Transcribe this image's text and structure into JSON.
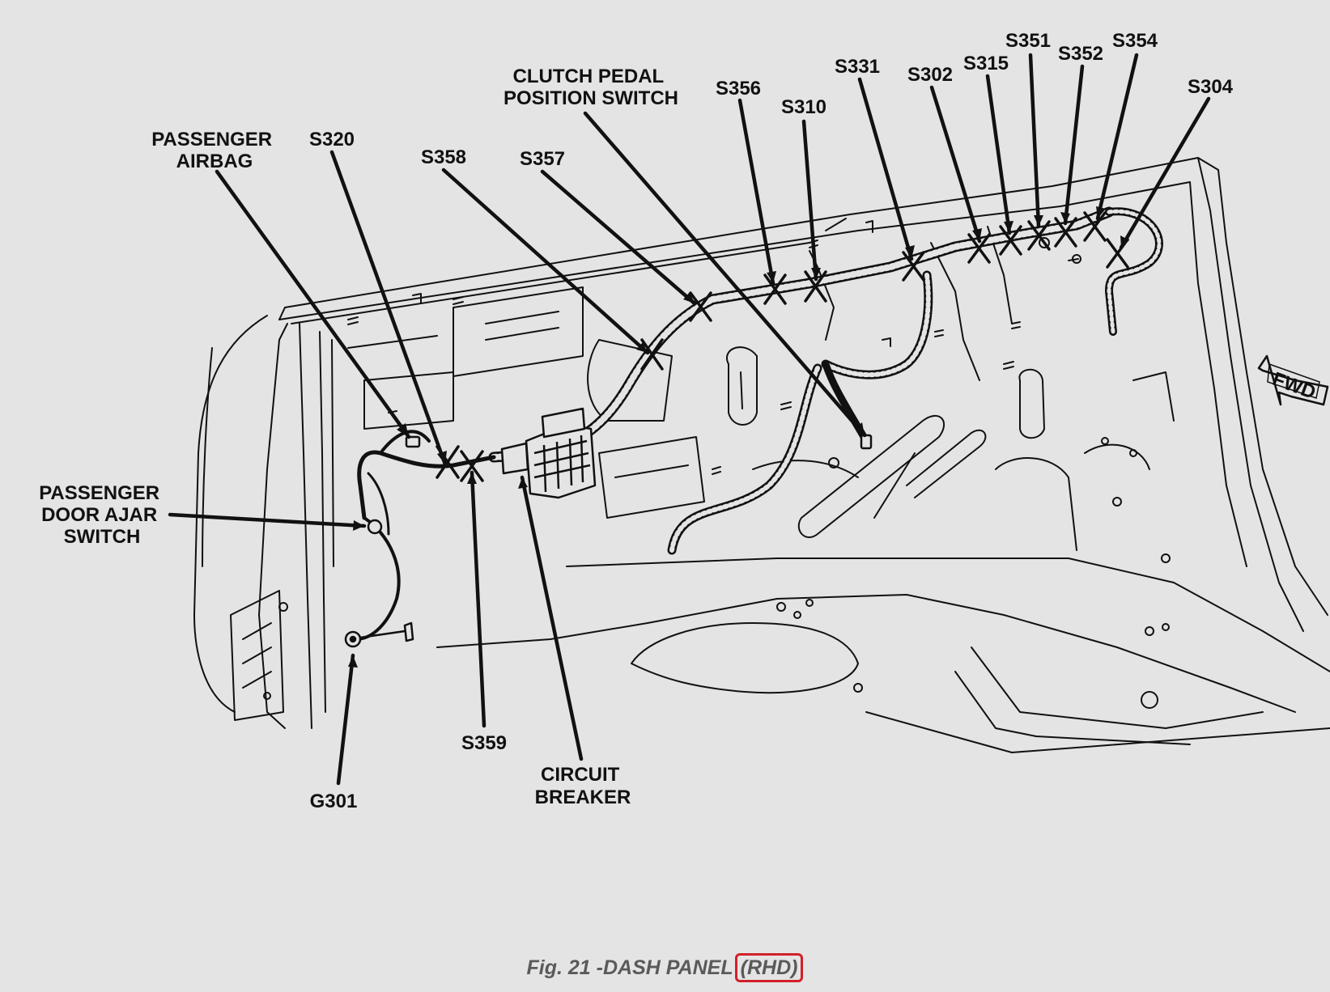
{
  "labels": {
    "passenger_airbag": [
      "PASSENGER",
      "AIRBAG"
    ],
    "s320": "S320",
    "s358": "S358",
    "s357": "S357",
    "clutch_pedal": [
      "CLUTCH PEDAL",
      "POSITION SWITCH"
    ],
    "s356": "S356",
    "s310": "S310",
    "s331": "S331",
    "s302": "S302",
    "s315": "S315",
    "s351": "S351",
    "s352": "S352",
    "s354": "S354",
    "s304": "S304",
    "passenger_door_ajar": [
      "PASSENGER",
      "DOOR AJAR",
      "SWITCH"
    ],
    "s359": "S359",
    "circuit_breaker": [
      "CIRCUIT",
      "BREAKER"
    ],
    "g301": "G301",
    "fwd": "FWD"
  },
  "caption": {
    "prefix": "Fig. 21 -DASH PANEL",
    "highlight": "(RHD)",
    "highlight_color": "#d3202a"
  },
  "colors": {
    "background": "#e4e4e4",
    "ink": "#111111",
    "caption_text": "#5a5a5a"
  }
}
